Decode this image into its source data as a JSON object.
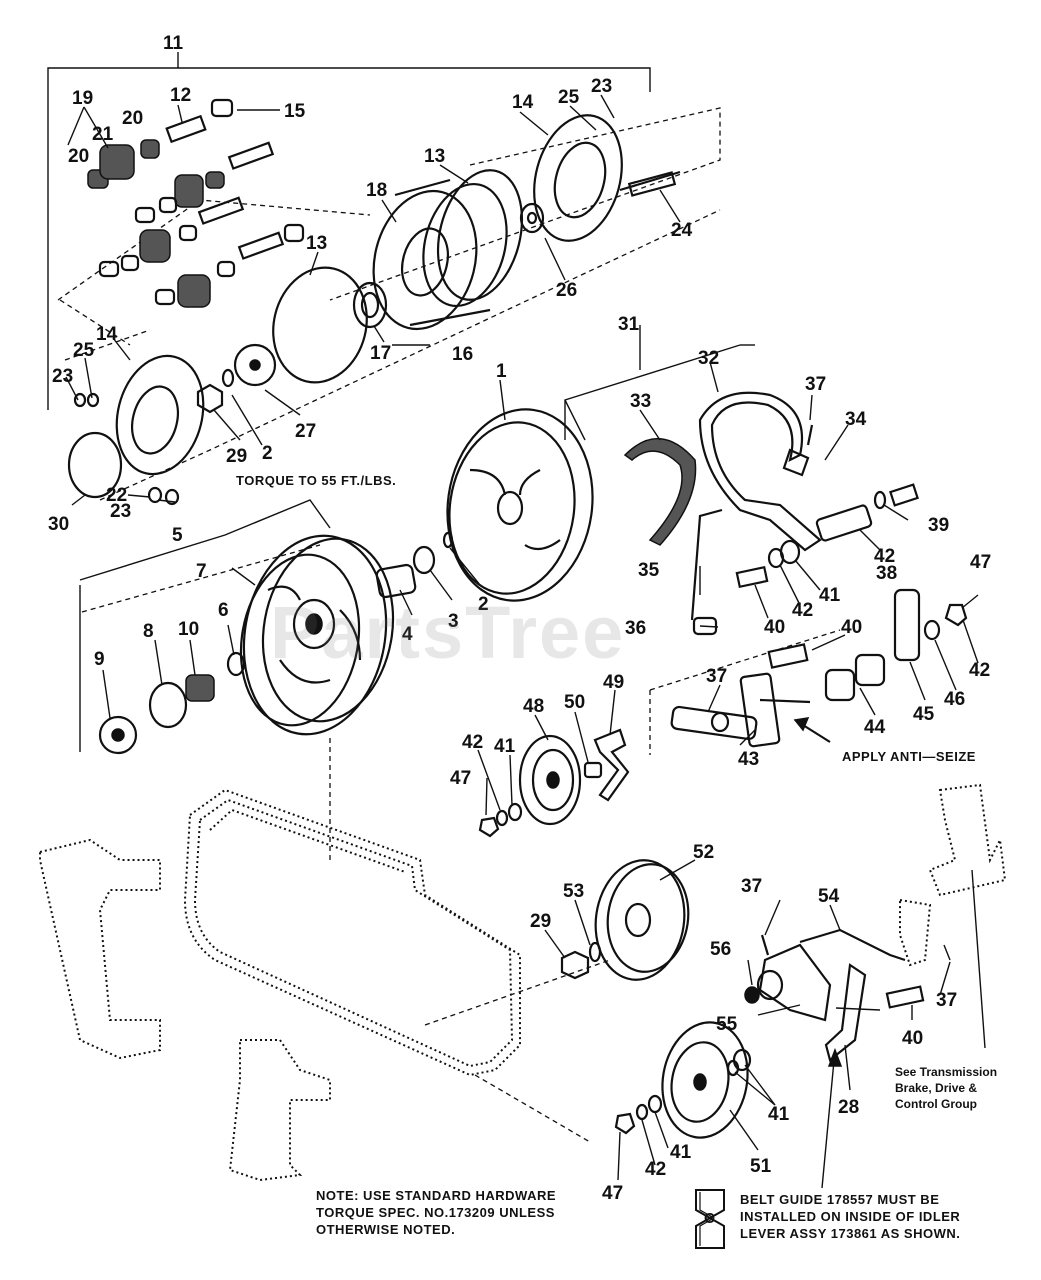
{
  "callouts": {
    "c1": "1",
    "c2a": "2",
    "c2b": "2",
    "c3": "3",
    "c4": "4",
    "c5": "5",
    "c6": "6",
    "c7": "7",
    "c8": "8",
    "c9": "9",
    "c10": "10",
    "c11": "11",
    "c12": "12",
    "c13a": "13",
    "c13b": "13",
    "c14a": "14",
    "c14b": "14",
    "c15": "15",
    "c16": "16",
    "c17": "17",
    "c18": "18",
    "c19": "19",
    "c20a": "20",
    "c20b": "20",
    "c21": "21",
    "c22": "22",
    "c23a": "23",
    "c23b": "23",
    "c23c": "23",
    "c24": "24",
    "c25a": "25",
    "c25b": "25",
    "c26": "26",
    "c27": "27",
    "c28": "28",
    "c29a": "29",
    "c29b": "29",
    "c30": "30",
    "c31": "31",
    "c32": "32",
    "c33": "33",
    "c34": "34",
    "c35": "35",
    "c36": "36",
    "c37a": "37",
    "c37b": "37",
    "c37c": "37",
    "c37d": "37",
    "c38": "38",
    "c39": "39",
    "c40a": "40",
    "c40b": "40",
    "c40c": "40",
    "c41a": "41",
    "c41b": "41",
    "c41c": "41",
    "c41d": "41",
    "c42a": "42",
    "c42b": "42",
    "c42c": "42",
    "c42d": "42",
    "c42e": "42",
    "c43": "43",
    "c44": "44",
    "c45": "45",
    "c46": "46",
    "c47a": "47",
    "c47b": "47",
    "c47c": "47",
    "c48": "48",
    "c49": "49",
    "c50": "50",
    "c51": "51",
    "c52": "52",
    "c53": "53",
    "c54": "54",
    "c55": "55",
    "c56": "56"
  },
  "notes": {
    "torque": "TORQUE TO 55 FT./LBS.",
    "anti_seize": "APPLY ANTI—SEIZE",
    "transmission": "See Transmission\nBrake, Drive &\nControl Group",
    "hardware": "NOTE: USE STANDARD HARDWARE\nTORQUE SPEC. NO.173209  UNLESS\nOTHERWISE NOTED.",
    "belt_guide": "BELT GUIDE 178557 MUST BE\nINSTALLED ON INSIDE OF IDLER\nLEVER ASSY 173861 AS SHOWN.",
    "c_icon_letter": "C"
  },
  "watermark": "PartsTree"
}
